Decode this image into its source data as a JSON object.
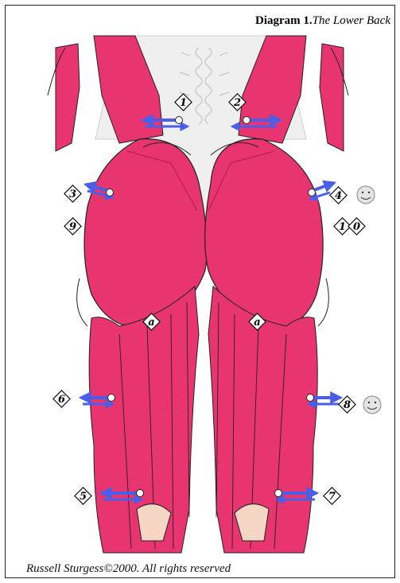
{
  "title": {
    "bold": "Diagram 1.",
    "italic": "The Lower Back"
  },
  "credit": "Russell Sturgess©2000. All rights reserved",
  "markers": [
    {
      "text": "1"
    },
    {
      "text": "2"
    },
    {
      "text": "3"
    },
    {
      "text": "9"
    },
    {
      "text": "4"
    },
    {
      "text": "1"
    },
    {
      "text": "0"
    },
    {
      "text": "a"
    },
    {
      "text": "a"
    },
    {
      "text": "6"
    },
    {
      "text": "8"
    },
    {
      "text": "5"
    },
    {
      "text": "7"
    }
  ],
  "icons": [
    "smiley-icon",
    "smiley-icon",
    "arrow-icon"
  ],
  "colors": {
    "muscle": "#e8356f",
    "muscle_dark": "#b81e52",
    "bone": "#efefef",
    "skin": "#f5d6c4",
    "arrow": "#4a5ee8",
    "outline": "#222222"
  }
}
